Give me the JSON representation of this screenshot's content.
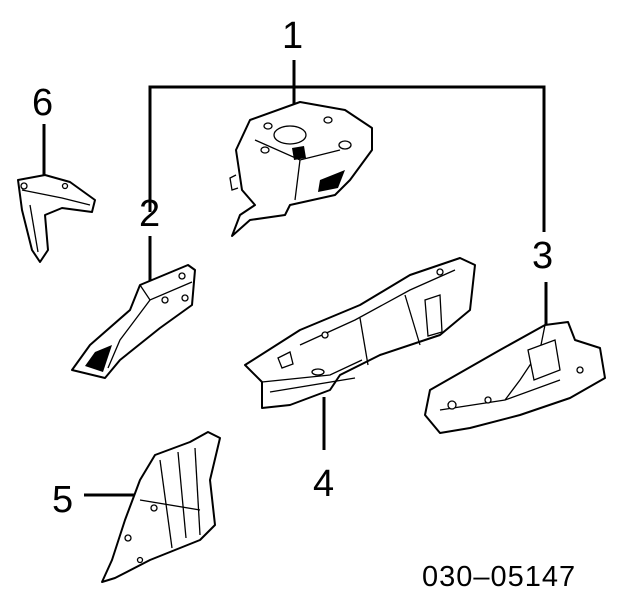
{
  "callouts": [
    {
      "label": "1",
      "part": "part-1"
    },
    {
      "label": "2",
      "part": "part-2"
    },
    {
      "label": "3",
      "part": "part-3"
    },
    {
      "label": "4",
      "part": "part-4"
    },
    {
      "label": "5",
      "part": "part-5"
    },
    {
      "label": "6",
      "part": "part-6"
    }
  ],
  "diagram_code": "030–05147"
}
